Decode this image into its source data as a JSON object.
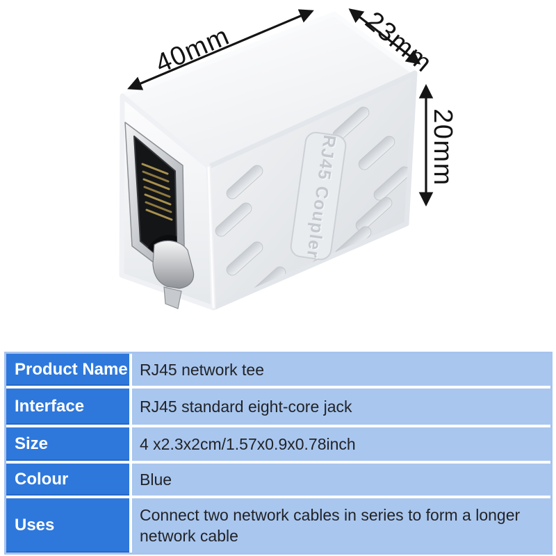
{
  "figure": {
    "dimension_labels": {
      "width": "40mm",
      "depth": "23mm",
      "height": "20mm"
    },
    "product": {
      "emboss_label": "RJ45 Coupler"
    }
  },
  "spec_table": {
    "rows": [
      {
        "label": "Product Name",
        "value": "RJ45 network tee"
      },
      {
        "label": "Interface",
        "value": "RJ45 standard eight-core jack"
      },
      {
        "label": "Size",
        "value": "4 x2.3x2cm/1.57x0.9x0.78inch"
      },
      {
        "label": "Colour",
        "value": "Blue"
      },
      {
        "label": "Uses",
        "value": "Connect two network cables in series to form a longer network cable"
      }
    ]
  },
  "colors": {
    "label_cell_bg": "#2e78dc",
    "value_cell_bg": "#a9c6ee",
    "table_border": "#a6c4ef",
    "arrow_color": "#151515",
    "product_body": "#eceef1"
  }
}
